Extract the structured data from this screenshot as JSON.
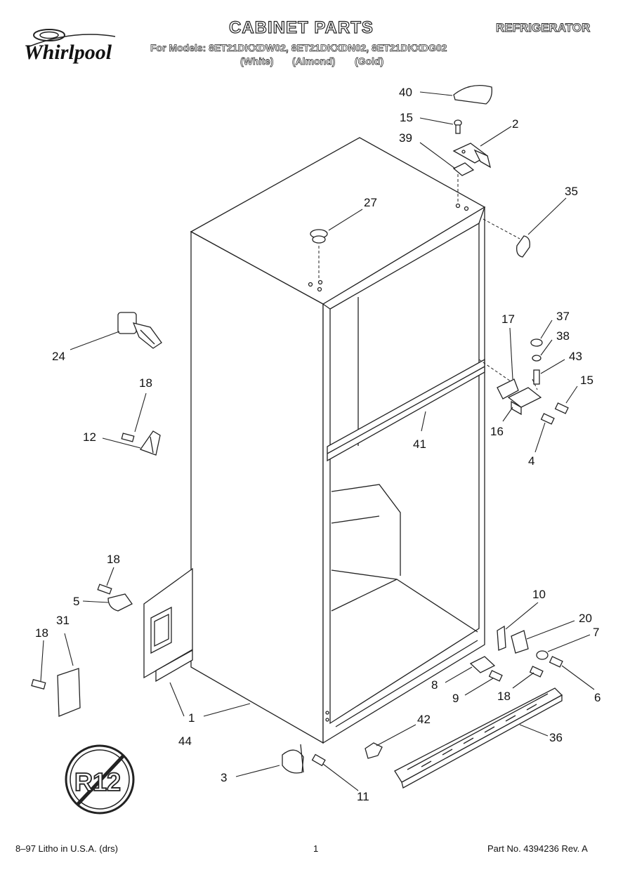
{
  "brand": "Whirlpool",
  "title": "CABINET PARTS",
  "category": "REFRIGERATOR",
  "models_line": "For Models: 8ET21DKXDW02, 8ET21DKXDN02, 8ET21DKXDG02",
  "colors": [
    "(White)",
    "(Almond)",
    "(Gold)"
  ],
  "callouts": {
    "c40": "40",
    "c15a": "15",
    "c2": "2",
    "c39": "39",
    "c35": "35",
    "c27": "27",
    "c24": "24",
    "c18a": "18",
    "c12": "12",
    "c17": "17",
    "c37": "37",
    "c38": "38",
    "c43": "43",
    "c15b": "15",
    "c16": "16",
    "c4": "4",
    "c41": "41",
    "c18b": "18",
    "c5": "5",
    "c18c": "18",
    "c31": "31",
    "c10": "10",
    "c20": "20",
    "c7": "7",
    "c8": "8",
    "c9": "9",
    "c18d": "18",
    "c6": "6",
    "c1": "1",
    "c44": "44",
    "c42": "42",
    "c36": "36",
    "c3": "3",
    "c11": "11"
  },
  "stamp_text": "R12",
  "footer": {
    "left": "8–97 Litho in U.S.A. (drs)",
    "page": "1",
    "right": "Part No. 4394236 Rev. A"
  }
}
